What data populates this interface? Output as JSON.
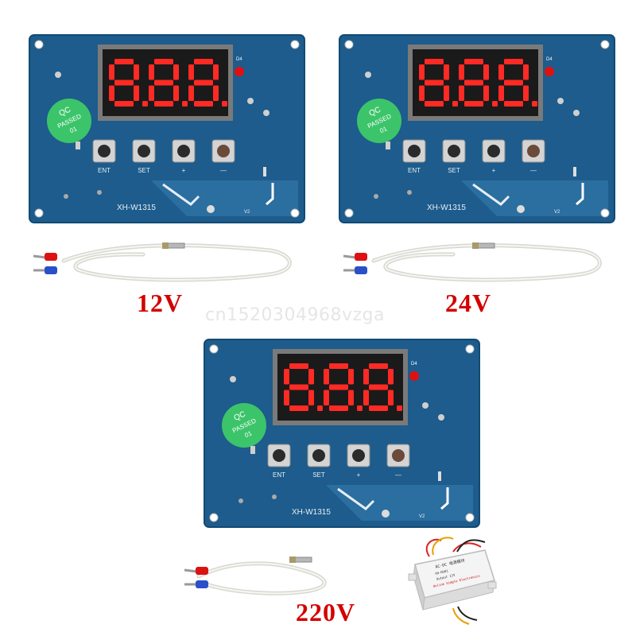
{
  "watermark": "cn1520304968vzga",
  "colors": {
    "pcb": "#1d5c8c",
    "pcb_dark": "#124a74",
    "pcb_light": "#3a7fb3",
    "digit_on": "#ff2a24",
    "display_bg": "#1a1a1a",
    "qc_sticker": "#3cc46a",
    "voltage_text": "#d40000",
    "led": "#e01010"
  },
  "board": {
    "model": "XH-W1315",
    "version": "V2",
    "led_label": "D4",
    "qc_sticker": {
      "line1": "QC",
      "line2": "PASSED",
      "line3": "01"
    },
    "buttons": [
      "ENT",
      "SET",
      "+",
      "—"
    ]
  },
  "products": [
    {
      "voltage_label": "12V"
    },
    {
      "voltage_label": "24V"
    },
    {
      "voltage_label": "220V"
    }
  ],
  "power_module": {
    "line1": "AC-DC 电源模块",
    "line2": "XH-M301",
    "line3": "Output 12V",
    "line4": "Online Simple Electronics"
  }
}
